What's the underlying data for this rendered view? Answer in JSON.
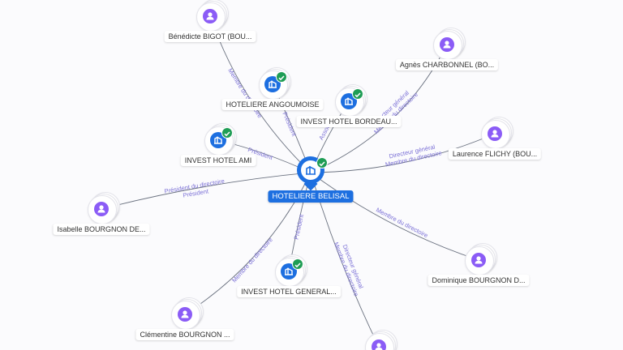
{
  "graph": {
    "center": {
      "label": "HOTELIERE BELISAL",
      "icon": "building-icon",
      "verified": true
    },
    "nodes": [
      {
        "id": "bigot",
        "type": "person",
        "label": "Bénédicte BIGOT (BOU..."
      },
      {
        "id": "charbonnel",
        "type": "person",
        "label": "Agnès CHARBONNEL (BO..."
      },
      {
        "id": "angoumoise",
        "type": "company",
        "label": "HOTELIERE ANGOUMOISE"
      },
      {
        "id": "bordeaux",
        "type": "company",
        "label": "INVEST HOTEL BORDEAU..."
      },
      {
        "id": "ami",
        "type": "company",
        "label": "INVEST HOTEL AMI"
      },
      {
        "id": "flichy",
        "type": "person",
        "label": "Laurence FLICHY (BOU..."
      },
      {
        "id": "isabelle",
        "type": "person",
        "label": "Isabelle BOURGNON DE..."
      },
      {
        "id": "dominique",
        "type": "person",
        "label": "Dominique BOURGNON D..."
      },
      {
        "id": "general",
        "type": "company",
        "label": "INVEST HOTEL GENERAL..."
      },
      {
        "id": "clementine",
        "type": "person",
        "label": "Clémentine BOURGNON ..."
      },
      {
        "id": "bottom",
        "type": "person",
        "label": ""
      }
    ],
    "edge_labels": {
      "bigot": [
        "Membre du directoire"
      ],
      "charbonnel": [
        "Directeur général",
        "Membre du directoire"
      ],
      "angoumoise": [
        "Président"
      ],
      "bordeaux": [
        "Associé"
      ],
      "ami": [
        "Président"
      ],
      "flichy": [
        "Directeur général",
        "Membre du directoire"
      ],
      "isabelle": [
        "Président",
        "Président du directoire"
      ],
      "dominique": [
        "Membre du directoire"
      ],
      "general": [
        "Président"
      ],
      "clementine": [
        "Membre du directoire"
      ],
      "bottom": [
        "Directeur général",
        "Membre du directoire"
      ]
    },
    "colors": {
      "person": "#8b5cf6",
      "company": "#1d6fe0",
      "verified": "#1f9d55",
      "edge": "#6b7280",
      "edge_label": "#7a6fd6"
    }
  }
}
